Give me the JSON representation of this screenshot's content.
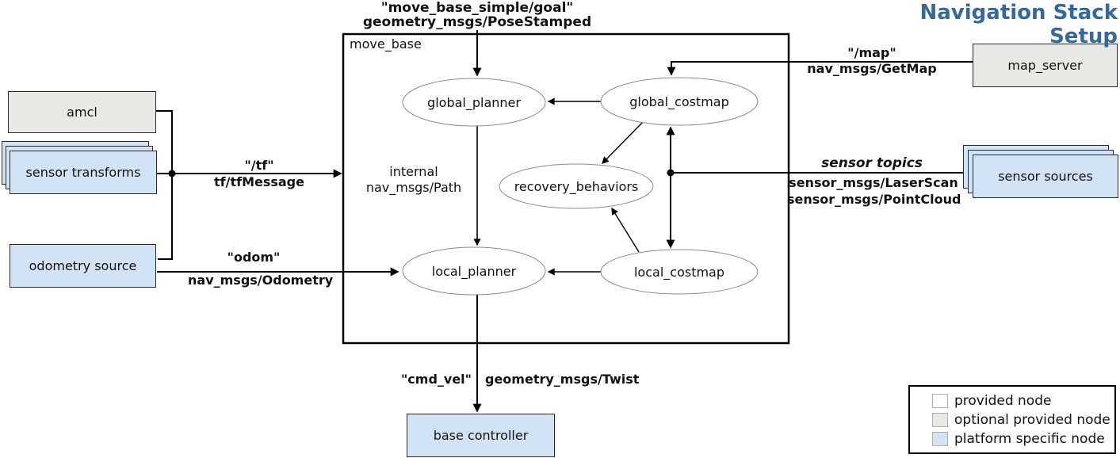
{
  "title": "Navigation Stack Setup",
  "container": {
    "label": "move_base"
  },
  "nodes": {
    "amcl": "amcl",
    "sensor_transforms": "sensor transforms",
    "odometry_source": "odometry source",
    "map_server": "map_server",
    "sensor_sources": "sensor sources",
    "base_controller": "base controller"
  },
  "ellipses": {
    "global_planner": "global_planner",
    "global_costmap": "global_costmap",
    "recovery_behaviors": "recovery_behaviors",
    "local_planner": "local_planner",
    "local_costmap": "local_costmap"
  },
  "edges": {
    "goal": {
      "line1": "\"move_base_simple/goal\"",
      "line2": "geometry_msgs/PoseStamped"
    },
    "tf": {
      "line1": "\"/tf\"",
      "line2": "tf/tfMessage"
    },
    "odom": {
      "line1": "\"odom\"",
      "line2": "nav_msgs/Odometry"
    },
    "map": {
      "line1": "\"/map\"",
      "line2": "nav_msgs/GetMap"
    },
    "sensor": {
      "title": "sensor topics",
      "line1": "sensor_msgs/LaserScan",
      "line2": "sensor_msgs/PointCloud"
    },
    "internal": {
      "line1": "internal",
      "line2": "nav_msgs/Path"
    },
    "cmd_vel": {
      "line1": "\"cmd_vel\"",
      "line2": "geometry_msgs/Twist"
    }
  },
  "legend": {
    "items": [
      {
        "label": "provided node",
        "color": "#ffffff"
      },
      {
        "label": "optional provided node",
        "color": "#e8e8e6"
      },
      {
        "label": "platform specific node",
        "color": "#d2e3f6"
      }
    ]
  },
  "colors": {
    "title_blue": "#35689b",
    "platform_specific_node": "#d2e3f6",
    "optional_provided_node": "#e8e8e6",
    "provided_node": "#ffffff",
    "line": "#000000"
  }
}
